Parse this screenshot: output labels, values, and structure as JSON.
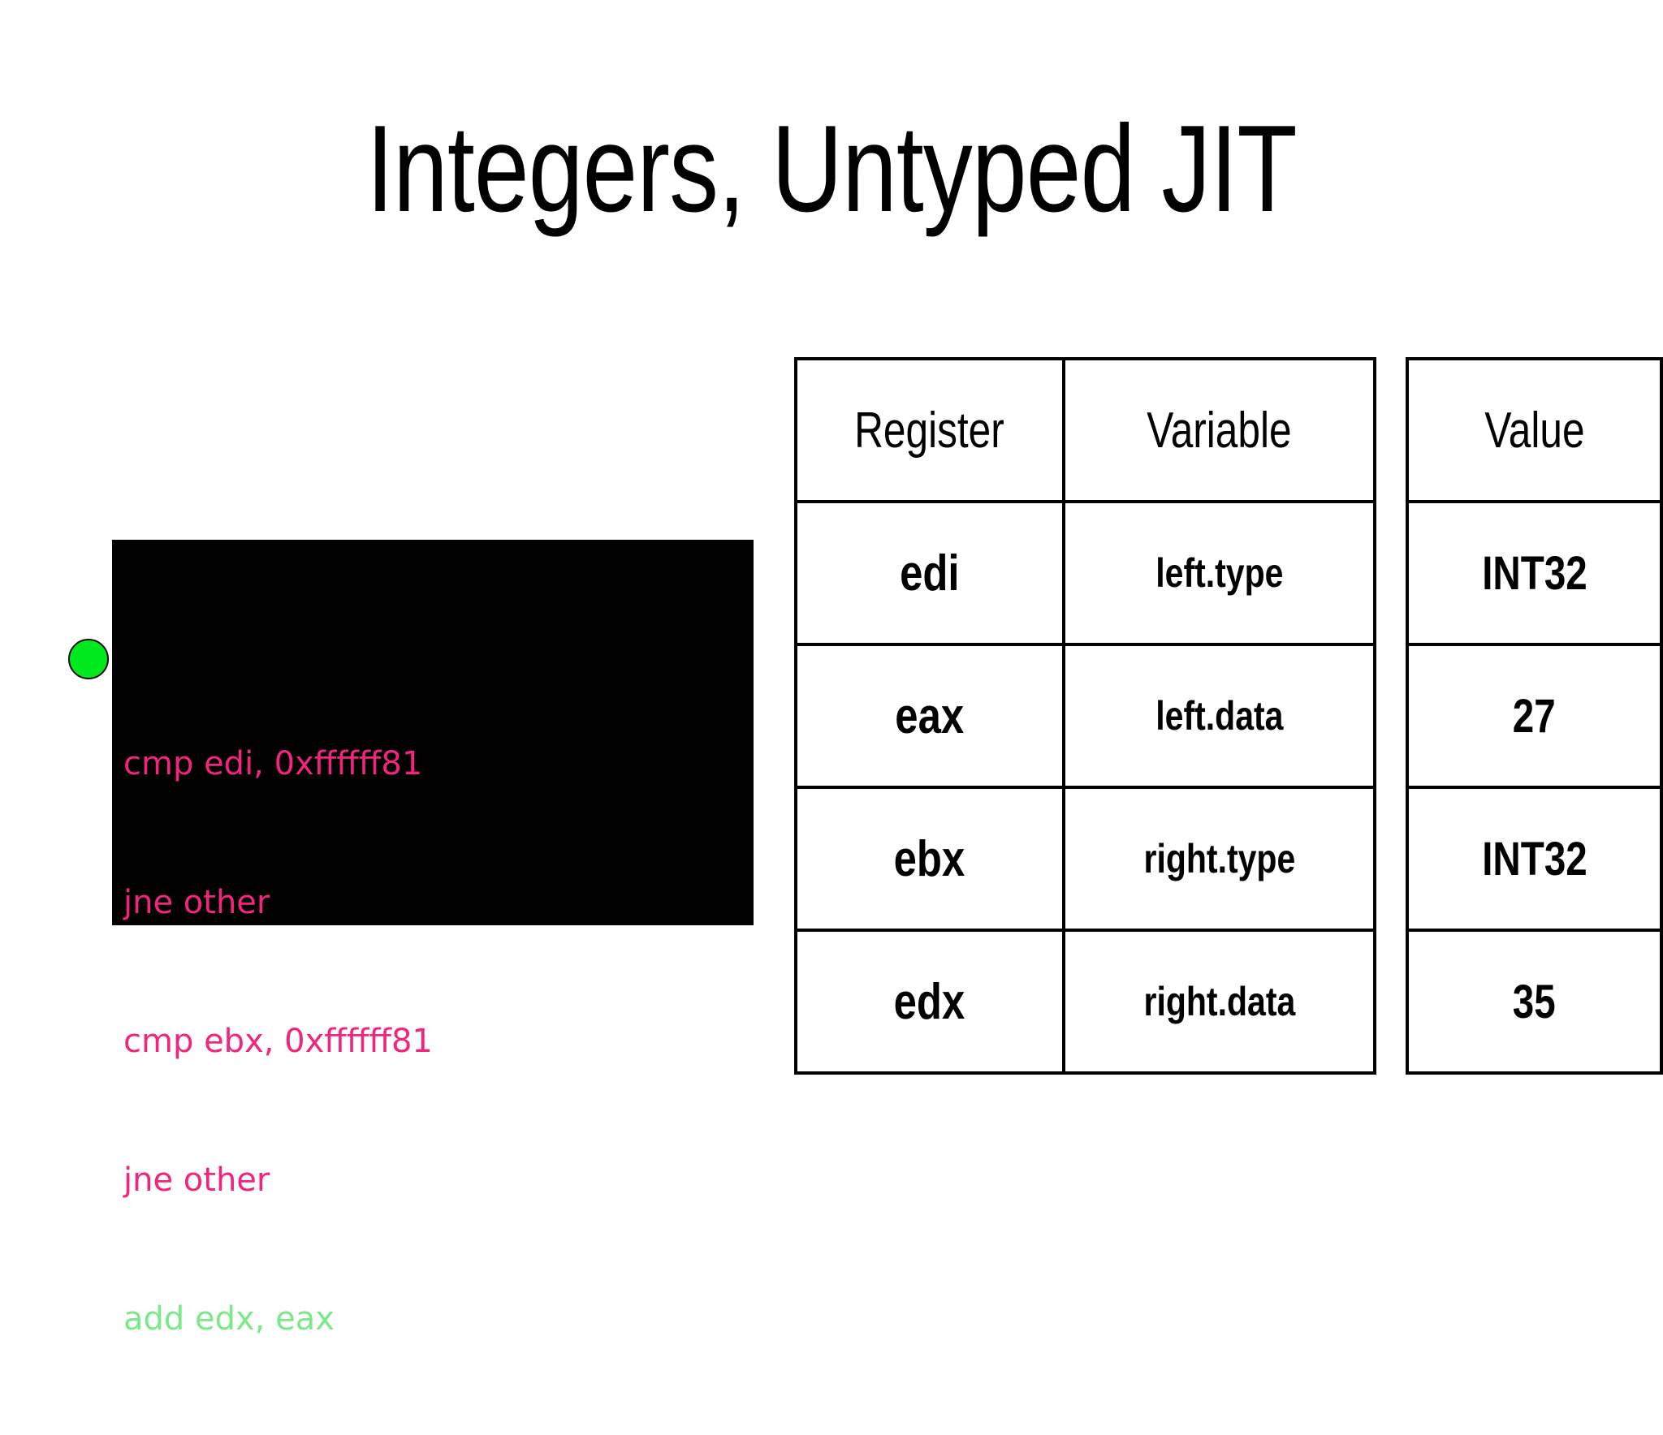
{
  "slide": {
    "title": "Integers, Untyped JIT",
    "background_color": "#FFFFFF"
  },
  "bullet": {
    "name": "green-bullet-marker",
    "color": "#00E81E"
  },
  "code_block": {
    "background_color": "#000000",
    "pink_color": "#F0257E",
    "green_color": "#7DE88A",
    "lines": [
      {
        "text": "cmp edi, 0xffffff81",
        "color_name": "pink"
      },
      {
        "text": "jne other",
        "color_name": "pink"
      },
      {
        "text": "cmp ebx, 0xffffff81",
        "color_name": "pink"
      },
      {
        "text": "jne other",
        "color_name": "pink"
      },
      {
        "text": "add edx, eax",
        "color_name": "green"
      }
    ]
  },
  "register_table": {
    "headers": {
      "register": "Register",
      "variable": "Variable",
      "value": "Value"
    },
    "rows": [
      {
        "register": "edi",
        "variable": "left.type",
        "value": "INT32"
      },
      {
        "register": "eax",
        "variable": "left.data",
        "value": "27"
      },
      {
        "register": "ebx",
        "variable": "right.type",
        "value": "INT32"
      },
      {
        "register": "edx",
        "variable": "right.data",
        "value": "35"
      }
    ]
  }
}
